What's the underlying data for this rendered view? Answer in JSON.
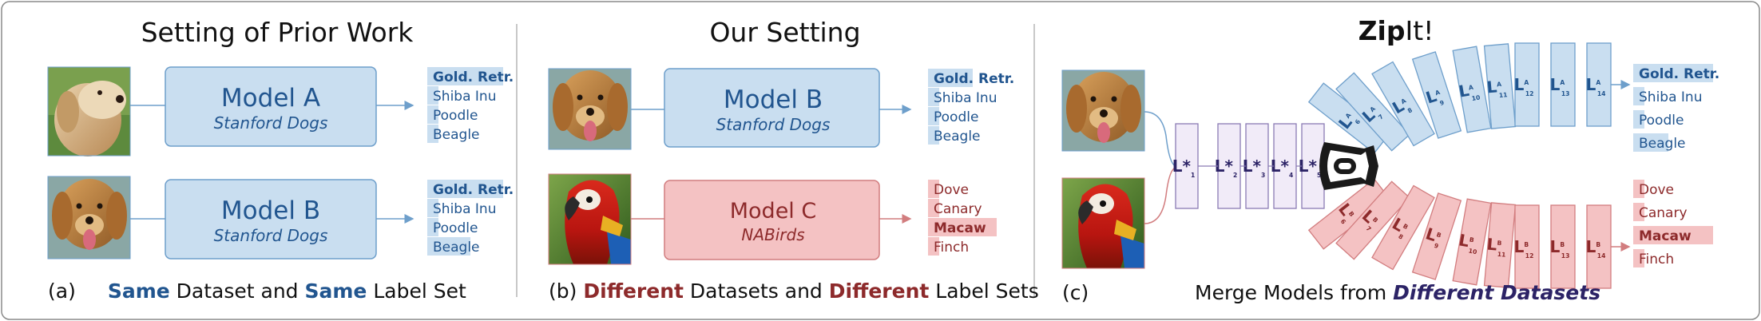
{
  "colors": {
    "blue_fill": "#c9def0",
    "blue_stroke": "#6e9fcb",
    "blue_text": "#21558f",
    "red_fill": "#f4c2c3",
    "red_stroke": "#d27d7f",
    "red_text": "#8d2a2b",
    "purple_fill": "#f1ebf8",
    "purple_stroke": "#8a7bb4",
    "purple_text": "#2c2366",
    "border": "#8a8a8a",
    "divider": "#b5b5b5"
  },
  "panel_a": {
    "title": "Setting of Prior Work",
    "model_top": {
      "name": "Model A",
      "dataset": "Stanford Dogs"
    },
    "model_bottom": {
      "name": "Model B",
      "dataset": "Stanford Dogs"
    },
    "labels_top": [
      "Gold. Retr.",
      "Shiba Inu",
      "Poodle",
      "Beagle"
    ],
    "labels_bottom": [
      "Gold. Retr.",
      "Shiba Inu",
      "Poodle",
      "Beagle"
    ],
    "caption": {
      "prefix": "(a)",
      "w1": "Same",
      "w2": " Dataset and ",
      "w3": "Same",
      "w4": " Label Set"
    }
  },
  "panel_b": {
    "title": "Our Setting",
    "model_top": {
      "name": "Model B",
      "dataset": "Stanford Dogs"
    },
    "model_bottom": {
      "name": "Model C",
      "dataset": "NABirds"
    },
    "labels_top": [
      "Gold. Retr.",
      "Shiba Inu",
      "Poodle",
      "Beagle"
    ],
    "labels_bottom": [
      "Dove",
      "Canary",
      "Macaw",
      "Finch"
    ],
    "caption": {
      "prefix": "(b)",
      "w1": "Different",
      "w2": " Datasets and ",
      "w3": "Different",
      "w4": " Label Sets"
    }
  },
  "panel_c": {
    "title_bold": "Zip",
    "title_rest": "It!",
    "shared_layer": "L*",
    "shared_subs": [
      "1",
      "2",
      "3",
      "4",
      "5"
    ],
    "layer_a": "L",
    "layer_a_sup": "A",
    "layer_a_subs": [
      "6",
      "7",
      "8",
      "9",
      "10",
      "11",
      "12",
      "13",
      "14"
    ],
    "layer_b": "L",
    "layer_b_sup": "B",
    "layer_b_subs": [
      "6",
      "7",
      "8",
      "9",
      "10",
      "11",
      "12",
      "13",
      "14"
    ],
    "labels_top": [
      "Gold. Retr.",
      "Shiba Inu",
      "Poodle",
      "Beagle"
    ],
    "labels_bottom": [
      "Dove",
      "Canary",
      "Macaw",
      "Finch"
    ],
    "caption": {
      "prefix": "(c)",
      "w1": "Merge Models from ",
      "w2": "Different Datasets"
    }
  }
}
